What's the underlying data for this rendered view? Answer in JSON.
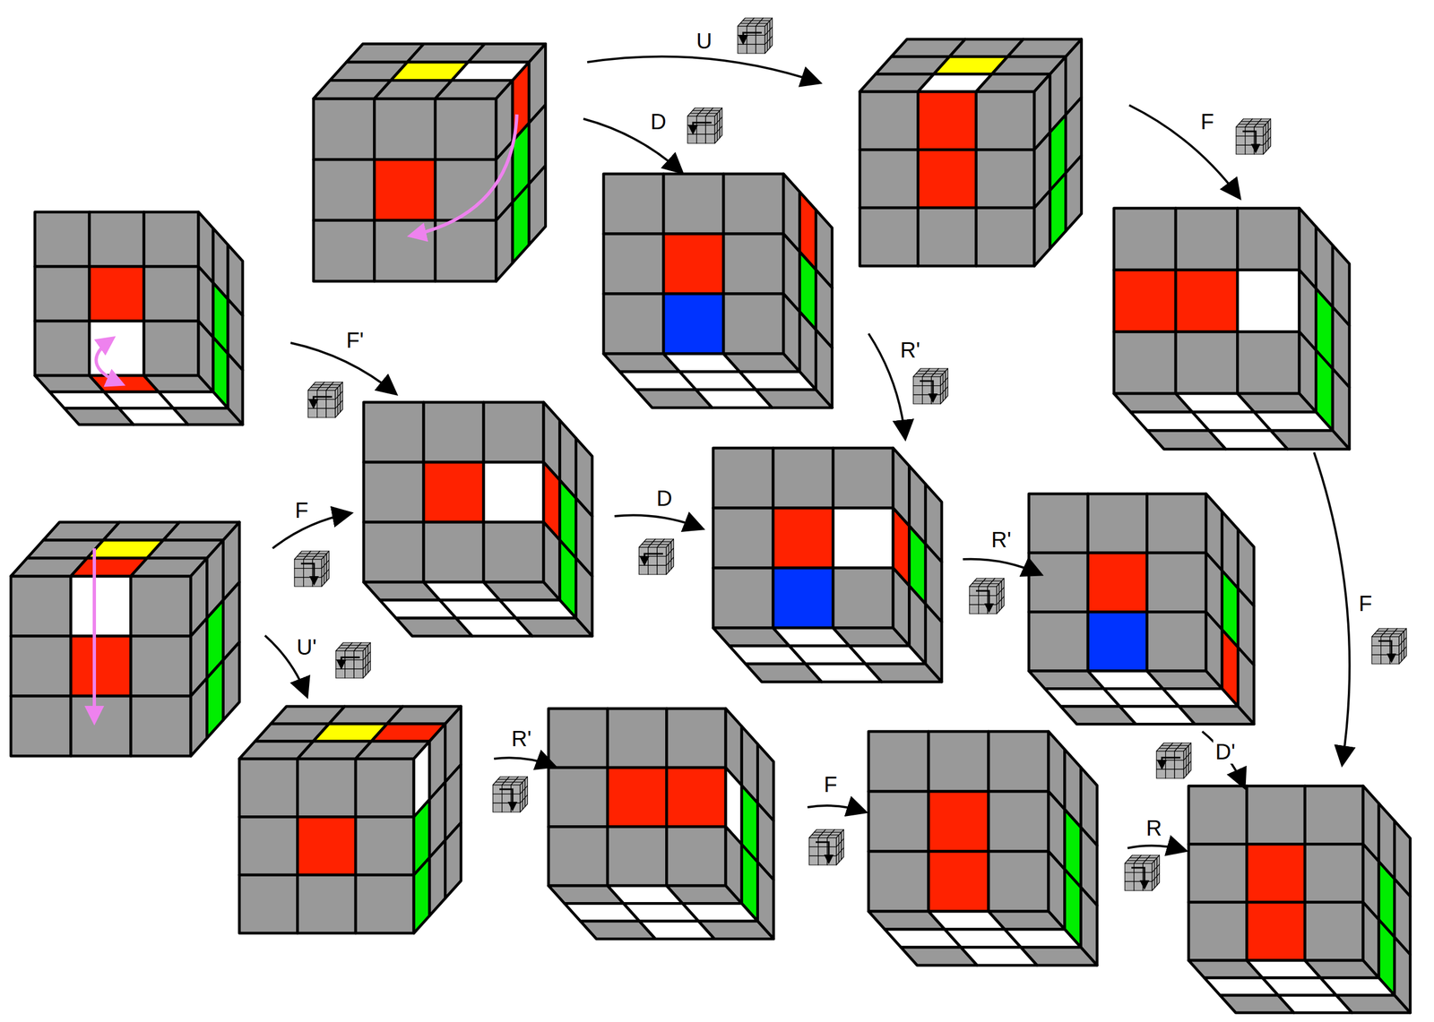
{
  "diagram": {
    "labels": [
      "U",
      "D",
      "F",
      "F'",
      "R'",
      "F",
      "D",
      "R'",
      "F",
      "U'",
      "R'",
      "D'",
      "F",
      "R"
    ]
  }
}
